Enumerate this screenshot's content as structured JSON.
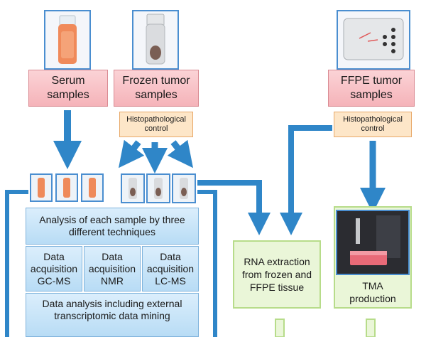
{
  "serum_label": "Serum samples",
  "frozen_label": "Frozen tumor samples",
  "ffpe_label": "FFPE tumor samples",
  "histo_left": "Histopathological control",
  "histo_right": "Histopathological control",
  "analysis_title": "Analysis of each sample by three different techniques",
  "acq_1": "Data acquisition GC-MS",
  "acq_2": "Data acquisition NMR",
  "acq_3": "Data acquisition LC-MS",
  "data_analysis": "Data analysis including external transcriptomic data mining",
  "rna_extraction": "RNA extraction from frozen and FFPE tissue",
  "tma_production": "TMA production",
  "colors": {
    "arrow": "#2f86c8",
    "frame": "#4a8ed0",
    "pink": "#f7c0c5",
    "orange": "#fde6c8",
    "blue": "#c8e3f8",
    "green": "#eaf6d8"
  }
}
